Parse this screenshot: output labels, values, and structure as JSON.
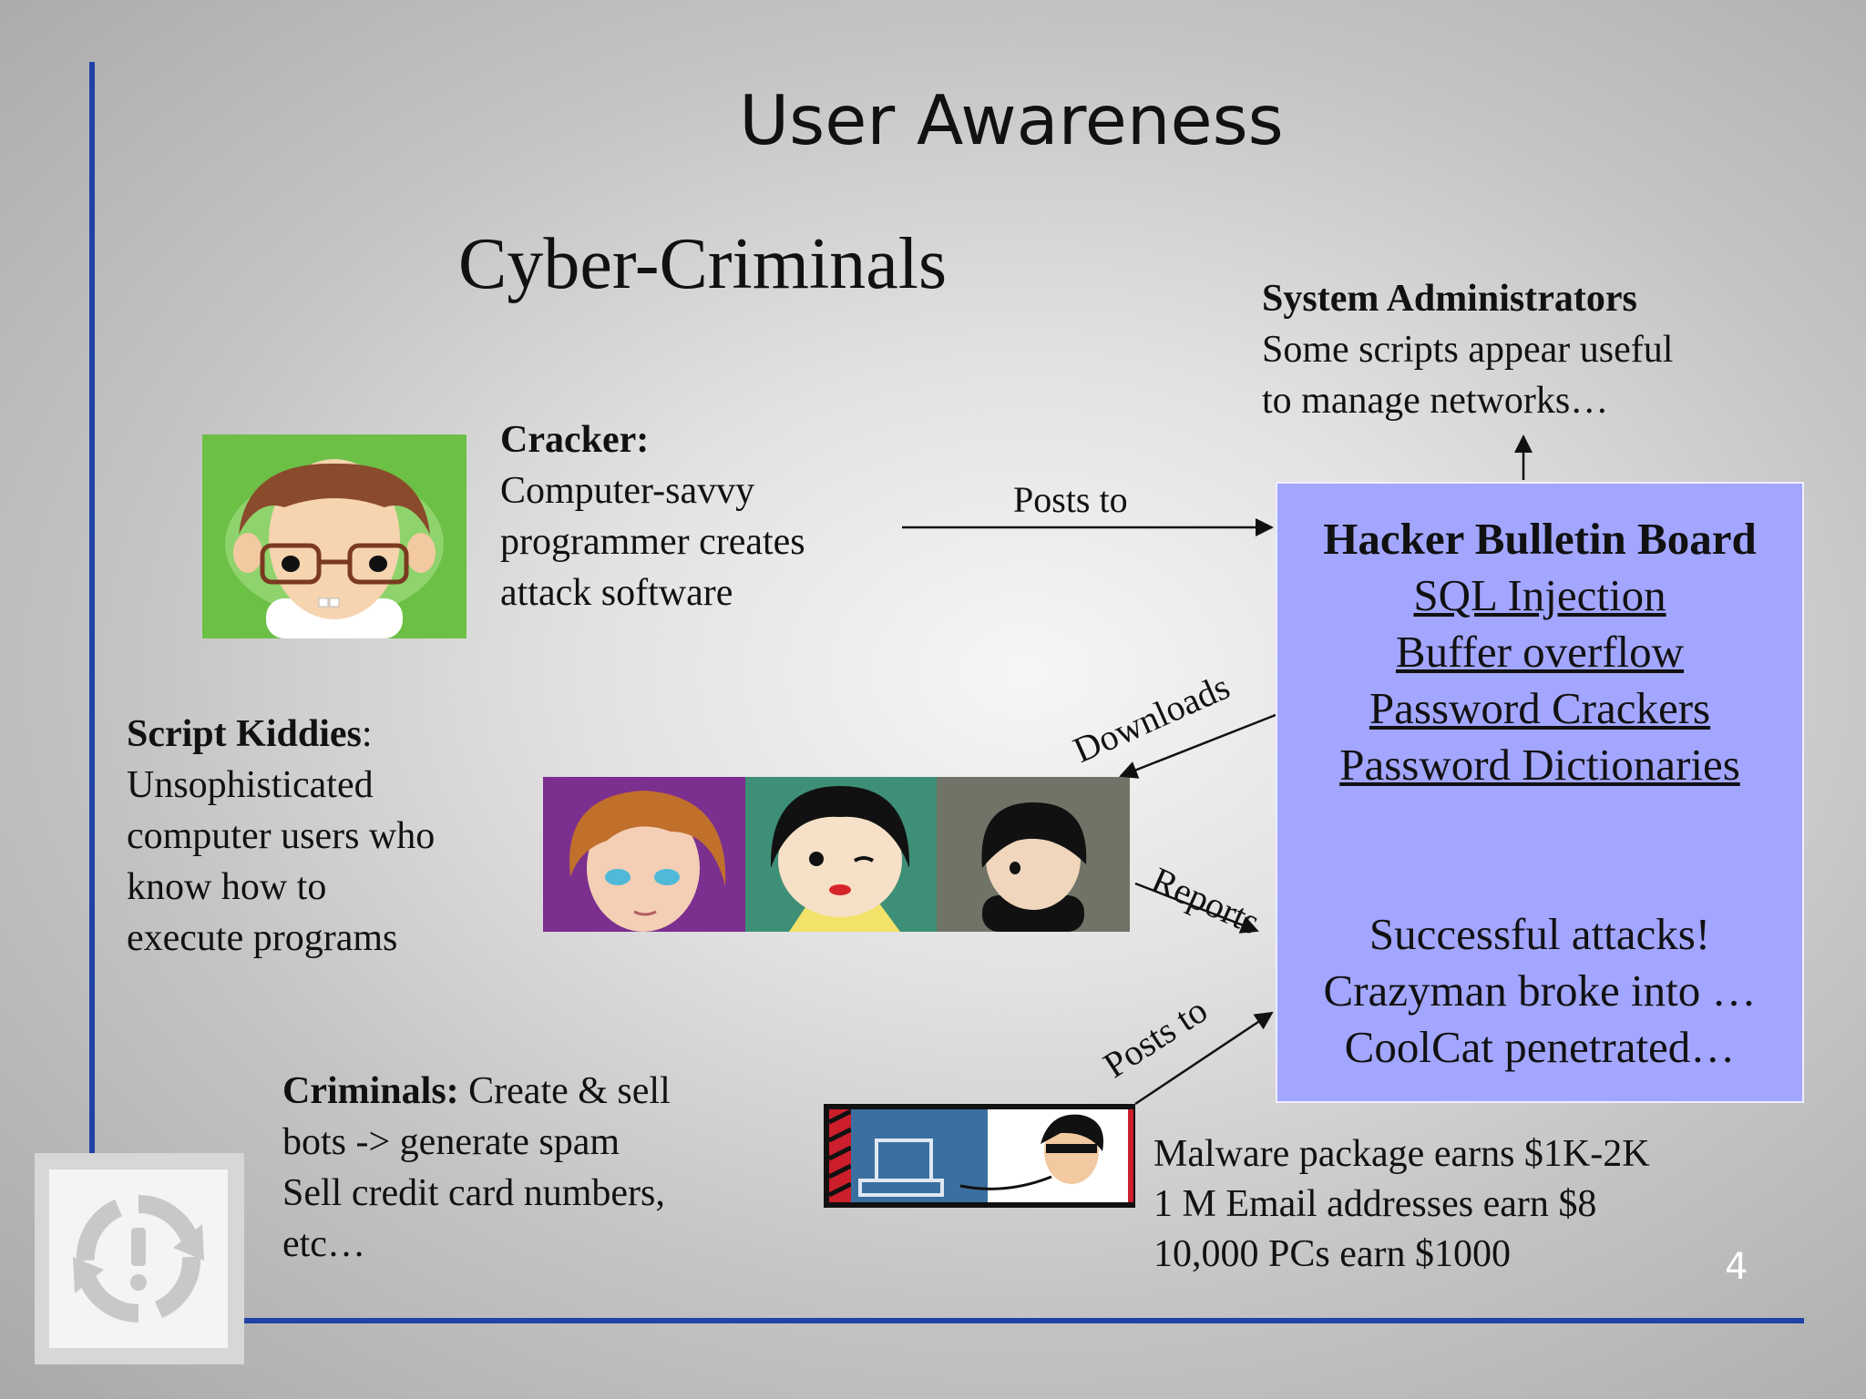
{
  "slide": {
    "title": "User Awareness",
    "subtitle": "Cyber-Criminals",
    "page_number": "4"
  },
  "sysadmin": {
    "heading": "System Administrators",
    "line1": "Some scripts appear useful",
    "line2": "to manage networks…"
  },
  "cracker": {
    "heading": "Cracker:",
    "line1": "Computer-savvy",
    "line2": "programmer creates",
    "line3": "attack software"
  },
  "kiddies": {
    "heading": "Script Kiddies",
    "colon": ":",
    "line1": "Unsophisticated",
    "line2": "computer users who",
    "line3": "know how to",
    "line4": "execute programs"
  },
  "criminals": {
    "heading": "Criminals:",
    "line1_rest": " Create & sell",
    "line2": "bots -> generate spam",
    "line3": "Sell credit card numbers,",
    "line4": "etc…"
  },
  "board": {
    "heading": "Hacker Bulletin Board",
    "links": [
      "SQL Injection",
      "Buffer overflow",
      "Password Crackers",
      "Password Dictionaries"
    ],
    "attacks_heading": "Successful attacks!",
    "attack1": "Crazyman broke into …",
    "attack2": "CoolCat penetrated…"
  },
  "arrows": {
    "posts_to_1": "Posts to",
    "downloads": "Downloads",
    "reports": "Reports",
    "posts_to_2": "Posts to"
  },
  "earnings": {
    "line1": "Malware package earns $1K-2K",
    "line2": "1 M Email addresses earn $8",
    "line3": "10,000 PCs earn $1000"
  }
}
